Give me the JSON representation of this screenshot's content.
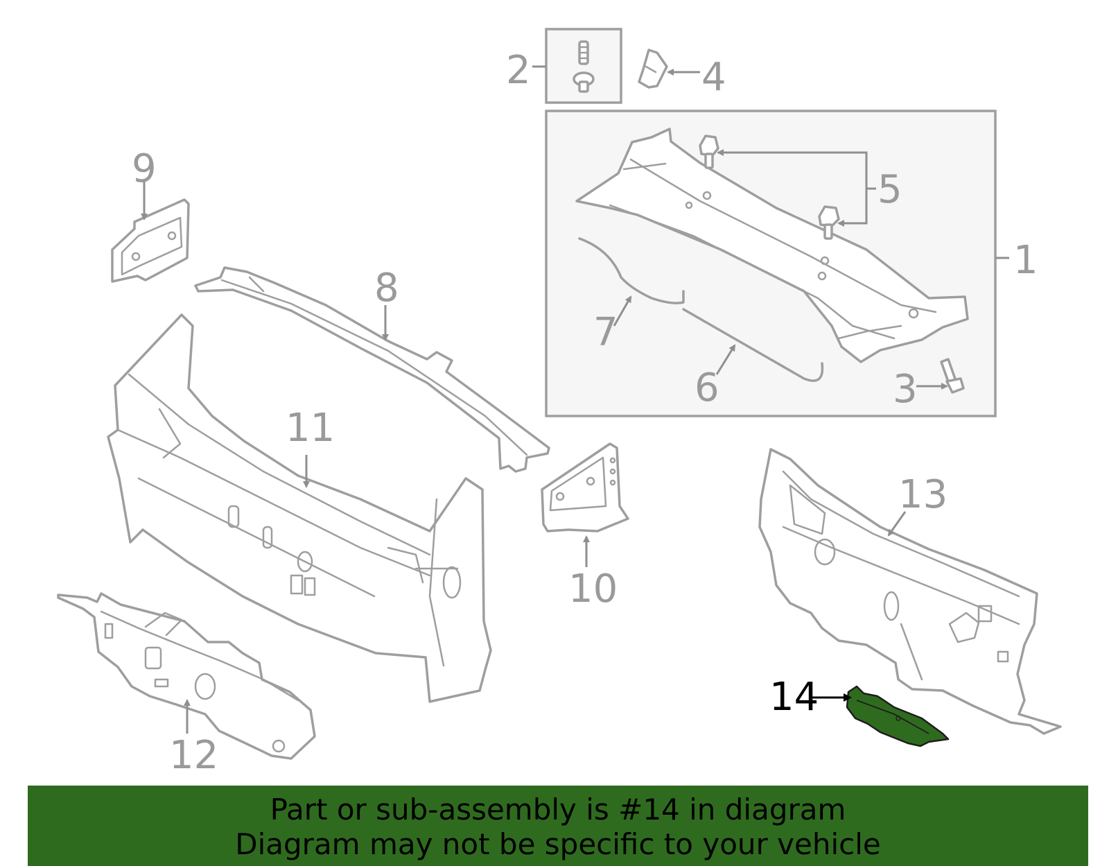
{
  "diagram": {
    "callouts": [
      "1",
      "2",
      "3",
      "4",
      "5",
      "6",
      "7",
      "8",
      "9",
      "10",
      "11",
      "12",
      "13",
      "14"
    ],
    "highlighted_part": "14",
    "highlight_color": "#2f6b1f"
  },
  "banner": {
    "line1": "Part or sub-assembly is #14 in diagram",
    "line2": "Diagram may not be specific to your vehicle",
    "background": "#2f6b1f"
  }
}
